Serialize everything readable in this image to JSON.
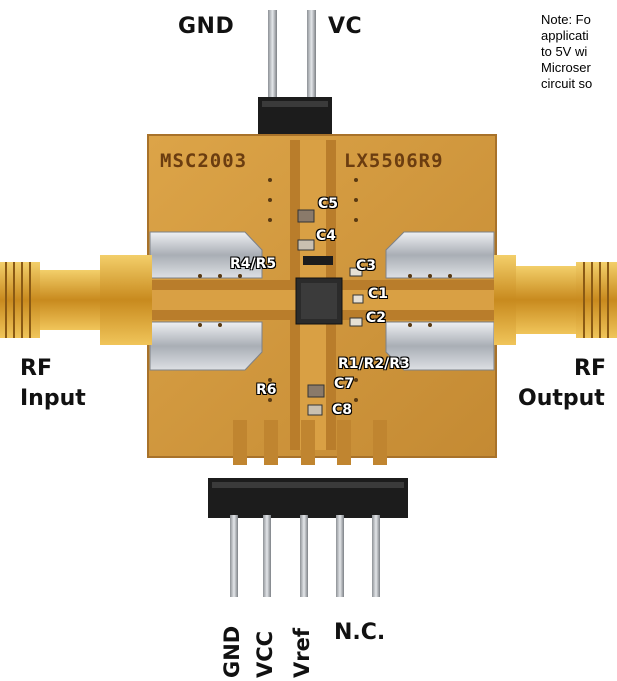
{
  "note": {
    "lines": [
      "Note: Fo",
      "applicati",
      "to 5V wi",
      "Microser",
      "circuit so"
    ]
  },
  "top_pins": {
    "left": "GND",
    "right": "VC"
  },
  "rf": {
    "input_line1": "RF",
    "input_line2": "Input",
    "output_line1": "RF",
    "output_line2": "Output"
  },
  "silkscreen": {
    "left": "MSC2003",
    "right": "LX5506R9"
  },
  "components": {
    "c5": "C5",
    "c4": "C4",
    "r4r5": "R4/R5",
    "c3": "C3",
    "c1": "C1",
    "c2": "C2",
    "r1r2r3": "R1/R2/R3",
    "r6": "R6",
    "c7": "C7",
    "c8": "C8"
  },
  "bottom_pins": [
    "GND",
    "VCC",
    "Vref",
    "N.C."
  ],
  "colors": {
    "board": "#d49a3c",
    "board_dark": "#a8722a",
    "metal": "#c9ced6",
    "connector_gold": "#d8a332",
    "header_black": "#1c1c1c",
    "pin_silver": "#b8bcc2"
  }
}
